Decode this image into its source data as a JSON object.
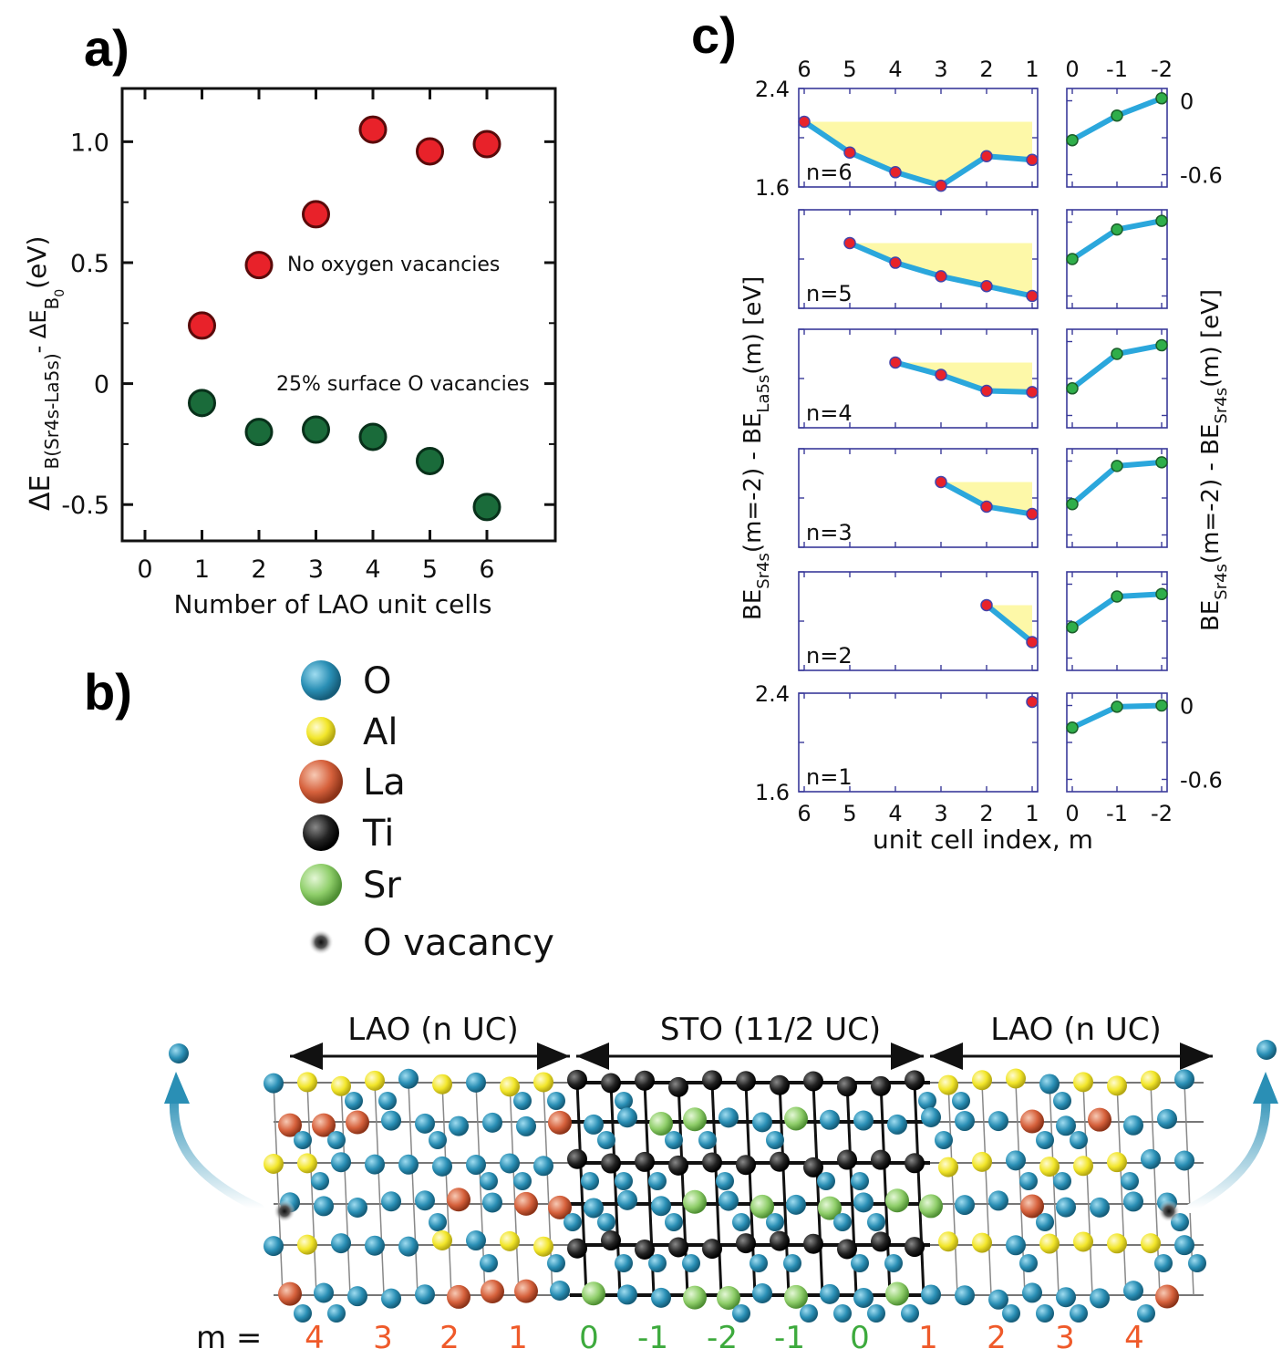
{
  "panels": {
    "a": "a)",
    "b": "b)",
    "c": "c)"
  },
  "colors": {
    "red": "#e8222a",
    "green": "#1a6b3a",
    "annot_red": "#e8222a",
    "annot_green": "#1a6b3a",
    "line_blue": "#2ba7dc",
    "frame_blue": "#3a3a9a",
    "fill_yellow": "#fdf8a8",
    "marker_red": "#e8222a",
    "marker_red_edge": "#4444aa",
    "marker_green": "#2fae4a",
    "orange": "#ef5a2a",
    "m_green": "#3daa3d",
    "atom_O": "#2a8fb5",
    "atom_Al": "#f2e62a",
    "atom_La": "#d6613c",
    "atom_Ti": "#222222",
    "atom_Sr": "#8fce6a",
    "atom_vac": "#333333"
  },
  "chart_data": [
    {
      "id": "a",
      "type": "scatter",
      "ylabel_main": "ΔE",
      "ylabel_sub": "B(Sr4s-La5s)",
      "ylabel_mid": "- ΔE",
      "ylabel_sub2": "B",
      "ylabel_sub3": "0",
      "ylabel_unit": "(eV)",
      "xlabel": "Number of LAO unit cells",
      "xlim": [
        -0.4,
        7.2
      ],
      "ylim": [
        -0.65,
        1.22
      ],
      "xticks": [
        0,
        1,
        2,
        3,
        4,
        5,
        6
      ],
      "yticks": [
        -0.5,
        0,
        0.5,
        1.0
      ],
      "ytick_labels": [
        "-0.5",
        "0",
        "0.5",
        "1.0"
      ],
      "series": [
        {
          "name": "No oxygen vacancies",
          "color": "#e8222a",
          "x": [
            1,
            2,
            3,
            4,
            5,
            6
          ],
          "y": [
            0.24,
            0.49,
            0.7,
            1.05,
            0.96,
            0.99
          ]
        },
        {
          "name": "25% surface O vacancies",
          "color": "#1a6b3a",
          "x": [
            1,
            2,
            3,
            4,
            5,
            6
          ],
          "y": [
            -0.08,
            -0.2,
            -0.19,
            -0.22,
            -0.32,
            -0.51
          ]
        }
      ]
    },
    {
      "id": "c",
      "type": "line",
      "xlabel": "unit cell index, m",
      "ylabel_left_main": "BE",
      "ylabel_left_s1": "Sr4s",
      "ylabel_left_m1": "(m=-2) - BE",
      "ylabel_left_s2": "La5s",
      "ylabel_left_m2": "(m) [eV]",
      "ylabel_right_main": "BE",
      "ylabel_right_s1": "Sr4s",
      "ylabel_right_m1": "(m=-2) - BE",
      "ylabel_right_s2": "Sr4s",
      "ylabel_right_m2": "(m)  [eV]",
      "left_xticks": [
        6,
        5,
        4,
        3,
        2,
        1
      ],
      "right_xticks": [
        "0",
        "-1",
        "-2"
      ],
      "left_ylim": [
        1.6,
        2.4
      ],
      "right_ylim": [
        -0.7,
        0.1
      ],
      "left_ytick_labels": [
        "2.4",
        "1.6"
      ],
      "right_ytick_labels": [
        "0",
        "-0.6"
      ],
      "rows": [
        {
          "n": "n=6",
          "left_m": [
            6,
            5,
            4,
            3,
            2,
            1
          ],
          "left_y": [
            2.13,
            1.88,
            1.72,
            1.61,
            1.85,
            1.82
          ],
          "right_y": [
            -0.32,
            -0.12,
            0.02
          ]
        },
        {
          "n": "n=5",
          "left_m": [
            5,
            4,
            3,
            2,
            1
          ],
          "left_y": [
            2.13,
            1.97,
            1.86,
            1.78,
            1.7
          ],
          "right_y": [
            -0.3,
            -0.06,
            0.01
          ]
        },
        {
          "n": "n=4",
          "left_m": [
            4,
            3,
            2,
            1
          ],
          "left_y": [
            2.13,
            2.03,
            1.9,
            1.89
          ],
          "right_y": [
            -0.38,
            -0.1,
            -0.03
          ]
        },
        {
          "n": "n=3",
          "left_m": [
            3,
            2,
            1
          ],
          "left_y": [
            2.13,
            1.93,
            1.87
          ],
          "right_y": [
            -0.35,
            -0.04,
            -0.01
          ]
        },
        {
          "n": "n=2",
          "left_m": [
            2,
            1
          ],
          "left_y": [
            2.13,
            1.83
          ],
          "right_y": [
            -0.35,
            -0.1,
            -0.08
          ]
        },
        {
          "n": "n=1",
          "left_m": [
            1
          ],
          "left_y": [
            2.33
          ],
          "right_y": [
            -0.18,
            -0.01,
            0.0
          ]
        }
      ]
    }
  ],
  "annotations": {
    "red": "No oxygen vacancies",
    "green": "25% surface O vacancies"
  },
  "legend": [
    {
      "label": "O",
      "color": "#2a8fb5"
    },
    {
      "label": "Al",
      "color": "#f2e62a"
    },
    {
      "label": "La",
      "color": "#d6613c"
    },
    {
      "label": "Ti",
      "color": "#222222"
    },
    {
      "label": "Sr",
      "color": "#8fce6a"
    },
    {
      "label": "O vacancy",
      "color": "#333333"
    }
  ],
  "structure": {
    "labels": [
      "LAO (n UC)",
      "STO (11/2 UC)",
      "LAO (n UC)"
    ],
    "m_prefix": "m =",
    "m_values": [
      "4",
      "3",
      "2",
      "1",
      "0",
      "-1",
      "-2",
      "-1",
      "0",
      "1",
      "2",
      "3",
      "4"
    ],
    "m_kinds": [
      "o",
      "o",
      "o",
      "o",
      "g",
      "g",
      "g",
      "g",
      "g",
      "o",
      "o",
      "o",
      "o"
    ]
  }
}
